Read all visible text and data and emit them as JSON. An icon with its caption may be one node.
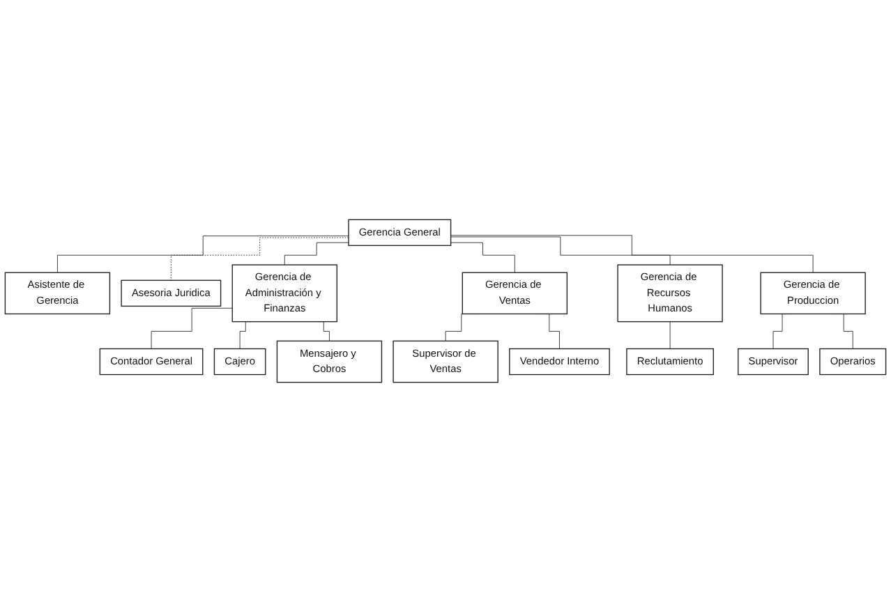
{
  "diagram": {
    "nodes": [
      {
        "text": [
          "Gerencia General"
        ]
      },
      {
        "text": [
          "Asistente de Gerencia"
        ]
      },
      {
        "text": [
          "Asesoria Juridica"
        ]
      },
      {
        "text": [
          "Gerencia de Administración y Finanzas"
        ]
      },
      {
        "text": [
          "Gerencia de Ventas"
        ]
      },
      {
        "text": [
          "Gerencia de Recursos Humanos"
        ]
      },
      {
        "text": [
          "Gerencia de Produccion"
        ]
      },
      {
        "text": [
          "Contador General"
        ]
      },
      {
        "text": [
          "Cajero"
        ]
      },
      {
        "text": [
          "Mensajero y Cobros"
        ]
      },
      {
        "text": [
          "Supervisor de Ventas"
        ]
      },
      {
        "text": [
          "Vendedor Interno"
        ]
      },
      {
        "text": [
          "Reclutamiento"
        ]
      },
      {
        "text": [
          "Supervisor"
        ]
      },
      {
        "text": [
          "Operarios"
        ]
      }
    ],
    "edges": [
      {
        "from": 0,
        "to": 1,
        "arrow": "none"
      },
      {
        "from": 0,
        "to": 2,
        "arrow": "none",
        "style": "dashed"
      },
      {
        "from": 0,
        "to": 3,
        "arrow": "none"
      },
      {
        "from": 0,
        "to": 4,
        "arrow": "none"
      },
      {
        "from": 0,
        "to": 5,
        "arrow": "none"
      },
      {
        "from": 0,
        "to": 6,
        "arrow": "none"
      },
      {
        "from": 3,
        "to": 7,
        "arrow": "none"
      },
      {
        "from": 3,
        "to": 8,
        "arrow": "none"
      },
      {
        "from": 3,
        "to": 9,
        "arrow": "none"
      },
      {
        "from": 4,
        "to": 10,
        "arrow": "none"
      },
      {
        "from": 4,
        "to": 11,
        "arrow": "none"
      },
      {
        "from": 5,
        "to": 12,
        "arrow": "none"
      },
      {
        "from": 6,
        "to": 13,
        "arrow": "none"
      },
      {
        "from": 6,
        "to": 14,
        "arrow": "none"
      }
    ]
  }
}
